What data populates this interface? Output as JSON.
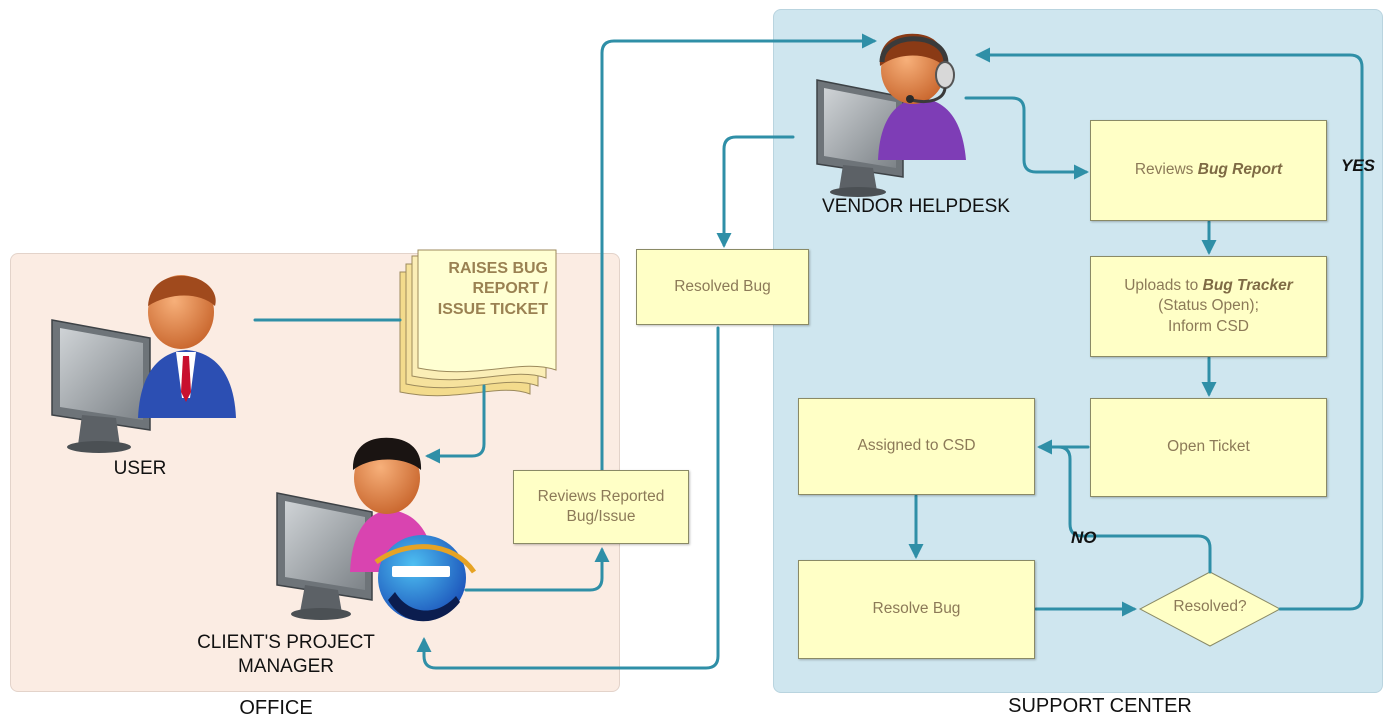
{
  "zones": {
    "office": "OFFICE",
    "support_center": "SUPPORT CENTER"
  },
  "actors": {
    "user": "USER",
    "manager_line1": "CLIENT'S PROJECT",
    "manager_line2": "MANAGER",
    "helpdesk": "VENDOR HELPDESK"
  },
  "document": {
    "line1": "RAISES BUG",
    "line2": "REPORT /",
    "line3": "ISSUE TICKET"
  },
  "steps": {
    "reviews_reported_line1": "Reviews Reported",
    "reviews_reported_line2": "Bug/Issue",
    "resolved_bug": "Resolved Bug",
    "reviews_prefix": "Reviews ",
    "reviews_emph": "Bug Report",
    "uploads_prefix": "Uploads to ",
    "uploads_emph": "Bug Tracker",
    "uploads_line2": "(Status Open);",
    "uploads_line3": "Inform CSD",
    "open_ticket": "Open Ticket",
    "assigned": "Assigned to CSD",
    "resolve_bug": "Resolve Bug",
    "decision": "Resolved?"
  },
  "branches": {
    "yes": "YES",
    "no": "NO"
  },
  "colors": {
    "connector": "#2f8fa7",
    "box_fill": "#ffffc6",
    "office_zone": "#fbece3",
    "support_zone": "#cfe6ef"
  },
  "icons": [
    "computer-monitor-icon",
    "person-icon",
    "headset-icon",
    "browser-e-logo-icon",
    "document-stack-icon"
  ]
}
